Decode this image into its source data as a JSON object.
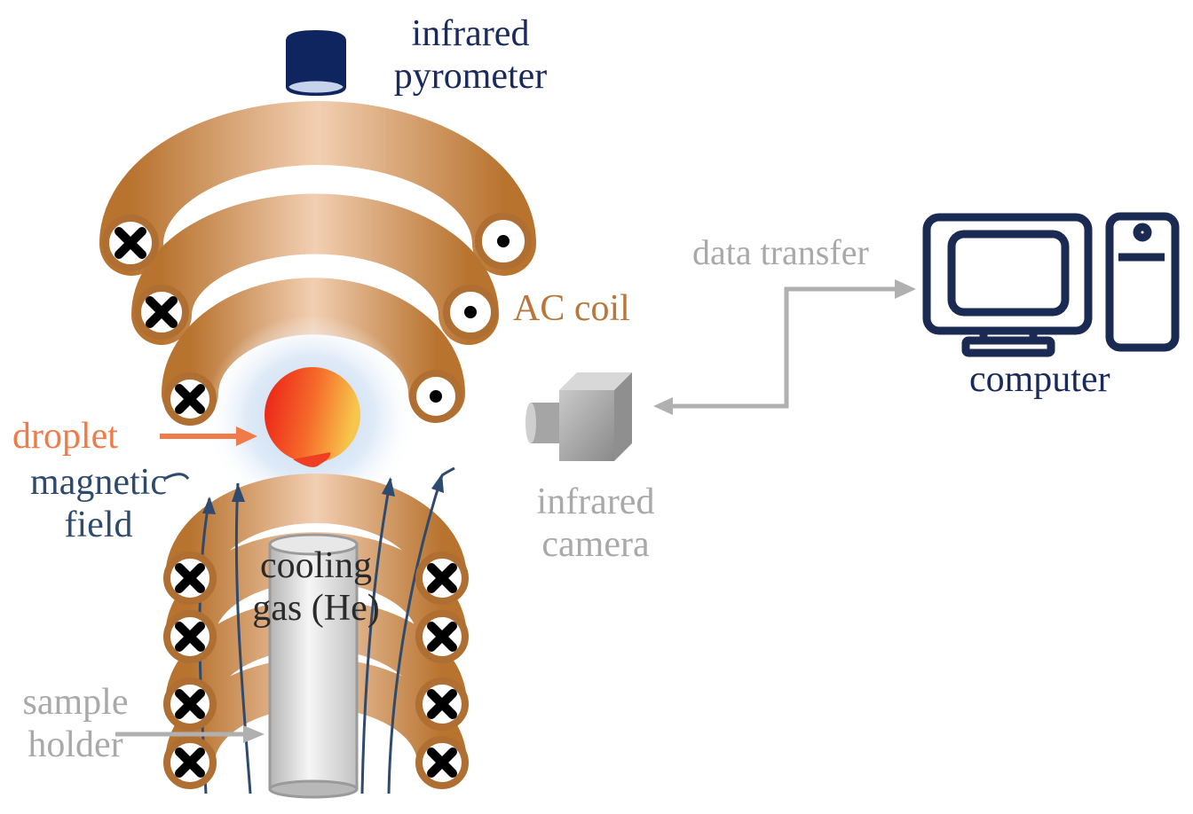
{
  "labels": {
    "pyrometer_line1": "infrared",
    "pyrometer_line2": "pyrometer",
    "ac_coil": "AC coil",
    "data_transfer": "data transfer",
    "computer": "computer",
    "droplet": "droplet",
    "magnetic_line1": "magnetic",
    "magnetic_line2": "field",
    "camera_line1": "infrared",
    "camera_line2": "camera",
    "cooling_line1": "cooling",
    "cooling_line2": "gas (He)",
    "sample_line1": "sample",
    "sample_line2": "holder"
  },
  "colors": {
    "copper": "#c48a4e",
    "copper_light": "#f3d2b6",
    "navy": "#1a2a5c",
    "grey_arrow": "#b0b0b0",
    "droplet_red": "#ee2a1a",
    "droplet_yellow": "#f7c24a",
    "orange_label": "#f07a48",
    "field_line": "#2e4a6e"
  },
  "icons": {
    "pyrometer": "cylinder-icon",
    "computer": "desktop-computer-icon",
    "camera": "camera-icon",
    "current_in": "cross-icon",
    "current_out": "dot-icon"
  }
}
